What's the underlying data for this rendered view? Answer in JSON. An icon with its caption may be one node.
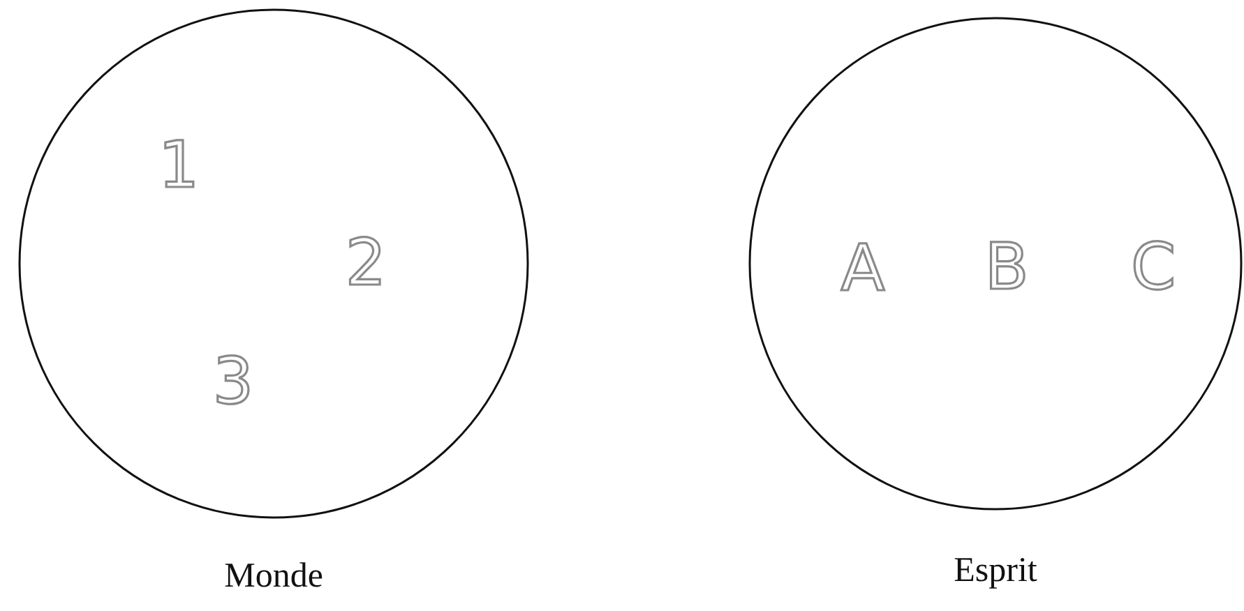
{
  "diagram": {
    "nodes": [
      {
        "text": [
          "1",
          "2",
          "3",
          "Monde"
        ]
      },
      {
        "text": [
          "A",
          "B",
          "C",
          "Esprit"
        ]
      }
    ]
  }
}
